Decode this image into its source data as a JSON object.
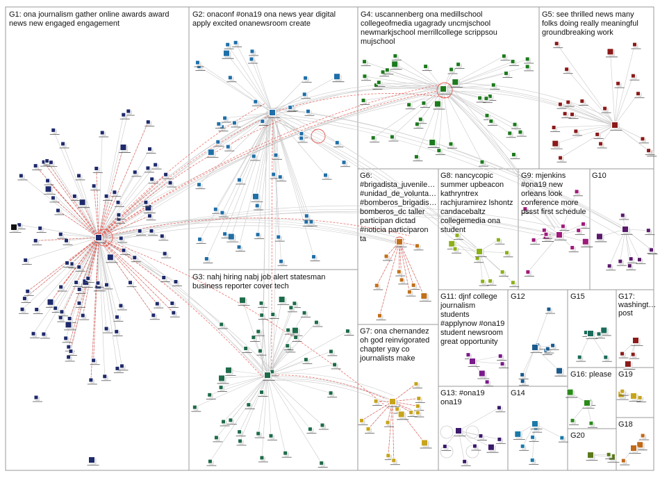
{
  "groups": [
    {
      "id": "G1",
      "label": "G1: ona journalism gather online awards award news new engaged engagement",
      "color": "#1f2a6b"
    },
    {
      "id": "G2",
      "label": "G2: onaconf #ona19 ona news year digital apply excited onanewsroom create",
      "color": "#1f6fa8"
    },
    {
      "id": "G3",
      "label": "G3: nahj hiring nabj job alert statesman business reporter cover tech",
      "color": "#1e6b4a"
    },
    {
      "id": "G4",
      "label": "G4: uscannenberg ona medillschool collegeofmedia ugagrady uncmjschool newmarkjschool merrillcollege scrippsou mujschool",
      "color": "#1d7a1d"
    },
    {
      "id": "G5",
      "label": "G5: see thrilled news many folks doing really meaningful groundbreaking work",
      "color": "#8b1a1a"
    },
    {
      "id": "G6",
      "label": "G6: #brigadista_juvenile… #unidad_de_volunta… #bomberos_brigadis… bomberos_dc taller participan dictad #noticia participaron ta",
      "color": "#c0701a"
    },
    {
      "id": "G7",
      "label": "G7: ona chernandez oh god reinvigorated chapter yay co journalists make",
      "color": "#c8a41a"
    },
    {
      "id": "G8",
      "label": "G8: nancycopic summer upbeacon kathryntrex rachjuramirez lshontz candacebaltz collegemedia ona student",
      "color": "#8cb01a"
    },
    {
      "id": "G9",
      "label": "G9: mjenkins #ona19 new orleans look conference more pssst first schedule",
      "color": "#a01a7a"
    },
    {
      "id": "G10",
      "label": "G10",
      "color": "#5a1a6b"
    },
    {
      "id": "G11",
      "label": "G11: djnf college journalism students #applynow #ona19 student newsroom great opportunity",
      "color": "#7a1a8b"
    },
    {
      "id": "G12",
      "label": "G12",
      "color": "#1a5a8b"
    },
    {
      "id": "G13",
      "label": "G13: #ona19 ona19",
      "color": "#3a1a6b"
    },
    {
      "id": "G14",
      "label": "G14",
      "color": "#1a7aa8"
    },
    {
      "id": "G15",
      "label": "G15",
      "color": "#1a6b5a"
    },
    {
      "id": "G16",
      "label": "G16: please",
      "color": "#2a8b1a"
    },
    {
      "id": "G17",
      "label": "G17: washingt… post",
      "color": "#8b1a1a"
    },
    {
      "id": "G18",
      "label": "G18",
      "color": "#c06a1a"
    },
    {
      "id": "G19",
      "label": "G19",
      "color": "#c8a41a"
    },
    {
      "id": "G20",
      "label": "G20",
      "color": "#5a7a1a"
    }
  ]
}
